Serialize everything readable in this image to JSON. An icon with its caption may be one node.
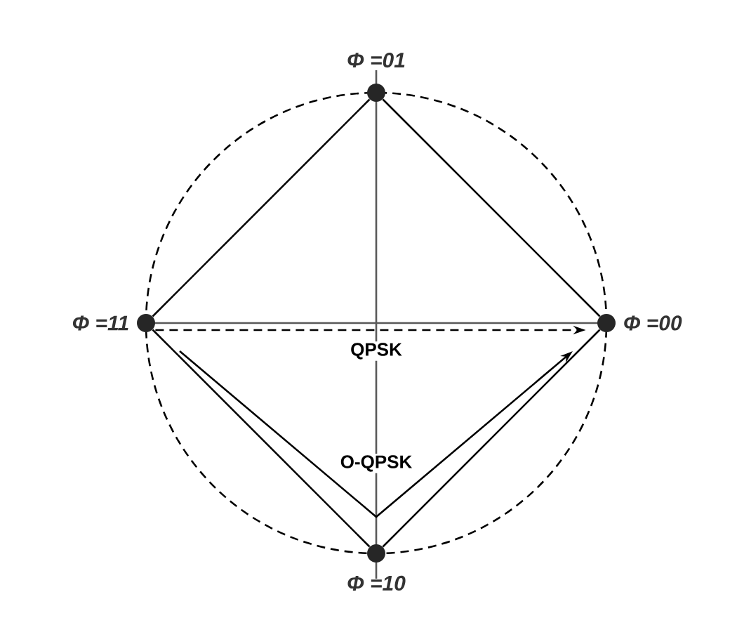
{
  "diagram": {
    "nodes": [
      {
        "text": [],
        "shape": "circle",
        "beside": [
          "Φ =01"
        ]
      },
      {
        "text": [],
        "shape": "circle",
        "beside": [
          "Φ =11"
        ]
      },
      {
        "text": [],
        "shape": "circle",
        "beside": [
          "Φ =00"
        ]
      },
      {
        "text": [],
        "shape": "circle",
        "beside": [
          "Φ =10"
        ]
      }
    ],
    "edges": [
      {
        "from": 0,
        "to": 2,
        "arrow": "none"
      },
      {
        "from": 0,
        "to": 1,
        "arrow": "none"
      },
      {
        "from": 1,
        "to": 3,
        "arrow": "none"
      },
      {
        "from": 3,
        "to": 2,
        "arrow": "none"
      },
      {
        "from": 1,
        "to": 2,
        "arrow": "to",
        "style": "dashed",
        "label": "QPSK"
      },
      {
        "from": 1,
        "to": 2,
        "arrow": "to",
        "label": "O-QPSK"
      }
    ]
  }
}
